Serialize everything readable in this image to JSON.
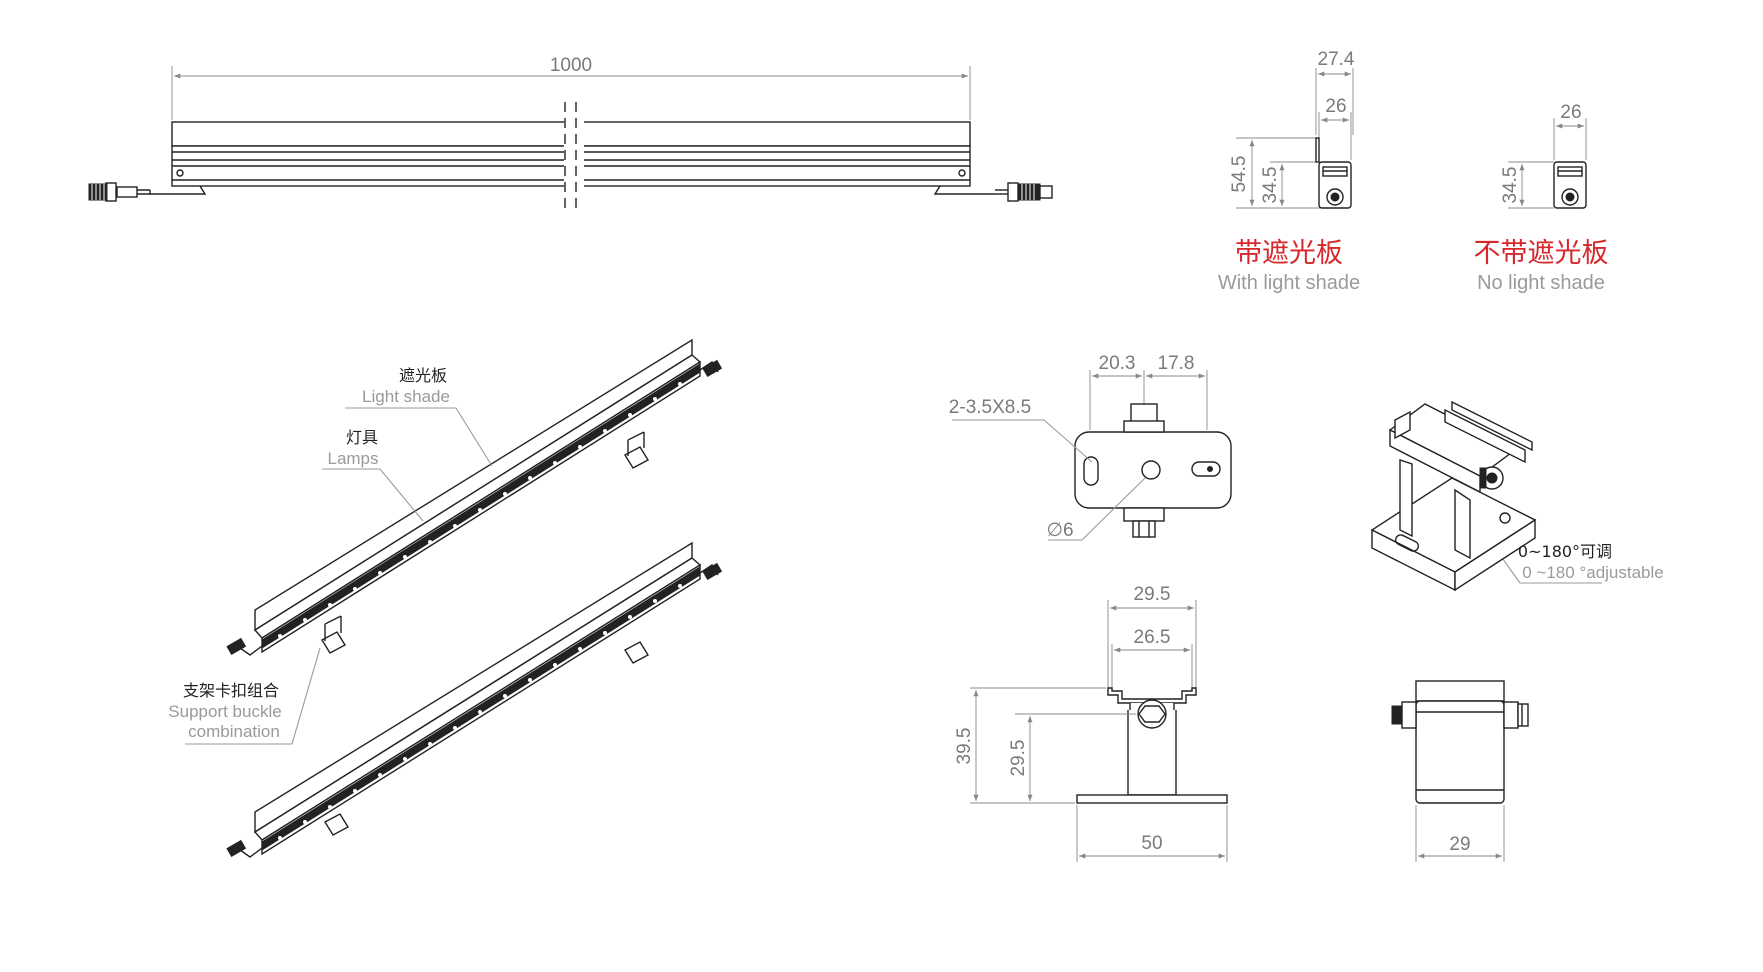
{
  "dimensions": {
    "length": "1000",
    "width_with_shade": "27.4",
    "width_body": "26",
    "height_with_shade": "54.5",
    "height_body": "34.5",
    "width_body_b": "26",
    "height_body_b": "34.5",
    "slot_offset": "20.3",
    "slot_offset_b": "17.8",
    "slot_spec": "2-3.5X8.5",
    "hole_diameter": "∅6",
    "clip_outer": "29.5",
    "clip_inner": "26.5",
    "bracket_height": "39.5",
    "pivot_height": "29.5",
    "base_width": "50",
    "side_width": "29"
  },
  "captions": {
    "with_shade_cn": "带遮光板",
    "with_shade_en": "With light shade",
    "no_shade_cn": "不带遮光板",
    "no_shade_en": "No light shade"
  },
  "labels": {
    "shade_cn": "遮光板",
    "shade_en": "Light shade",
    "lamps_cn": "灯具",
    "lamps_en": "Lamps",
    "support_cn": "支架卡扣组合",
    "support_en_1": "Support buckle",
    "support_en_2": "combination",
    "adjust_cn": "0~180°可调",
    "adjust_en": "0 ~180 °adjustable"
  },
  "colors": {
    "caption_red": "#d6282b",
    "dimension_gray": "#7a7a7a",
    "line_black": "#222222"
  }
}
